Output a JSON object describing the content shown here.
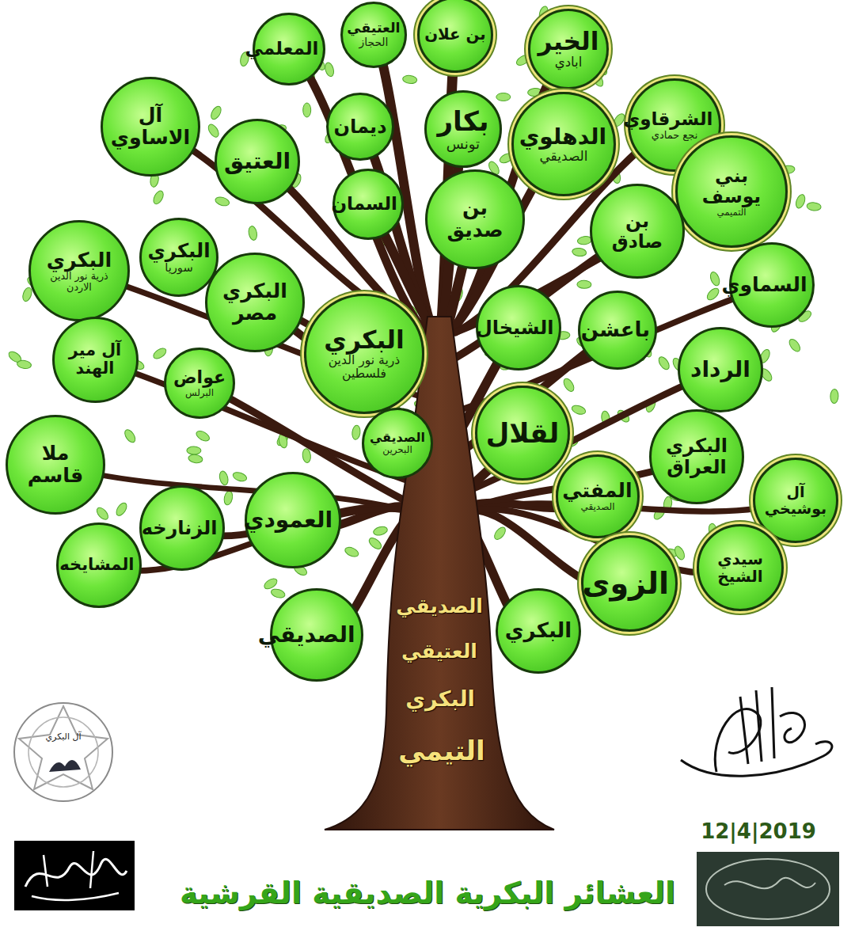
{
  "diagram": {
    "title": "العشائر البكرية الصديقية القرشية",
    "nodes": [
      {
        "text": [
          "المعلمي"
        ]
      },
      {
        "text": [
          "العتيقي",
          "الحجاز"
        ]
      },
      {
        "text": [
          "بن علان"
        ]
      },
      {
        "text": [
          "الخير",
          "ابادي"
        ]
      },
      {
        "text": [
          "آل الاساوي"
        ]
      },
      {
        "text": [
          "ديمان"
        ]
      },
      {
        "text": [
          "بكار",
          "تونس"
        ]
      },
      {
        "text": [
          "الدهلوي",
          "الصديقي"
        ]
      },
      {
        "text": [
          "الشرقاوي",
          "نجع حمادي"
        ]
      },
      {
        "text": [
          "العتيق"
        ]
      },
      {
        "text": [
          "السمان"
        ]
      },
      {
        "text": [
          "بن صديق"
        ]
      },
      {
        "text": [
          "بني يوسف",
          "التميمي"
        ]
      },
      {
        "text": [
          "بن صادق"
        ]
      },
      {
        "text": [
          "البكري",
          "ذرية نور الدين الاردن"
        ]
      },
      {
        "text": [
          "البكري",
          "سوريا"
        ]
      },
      {
        "text": [
          "البكري مصر"
        ]
      },
      {
        "text": [
          "البكري",
          "ذرية نور الدين فلسطين"
        ]
      },
      {
        "text": [
          "الشيخال"
        ]
      },
      {
        "text": [
          "باعشن"
        ]
      },
      {
        "text": [
          "السماوي"
        ]
      },
      {
        "text": [
          "آل مير الهند"
        ]
      },
      {
        "text": [
          "عواض",
          "البرلس"
        ]
      },
      {
        "text": [
          "الرداد"
        ]
      },
      {
        "text": [
          "الصديقي",
          "البحرين"
        ]
      },
      {
        "text": [
          "لقلال"
        ]
      },
      {
        "text": [
          "البكري العراق"
        ]
      },
      {
        "text": [
          "ملا قاسم"
        ]
      },
      {
        "text": [
          "المفتي",
          "الصديقي"
        ]
      },
      {
        "text": [
          "آل بوشيخي"
        ]
      },
      {
        "text": [
          "الزنارخه"
        ]
      },
      {
        "text": [
          "العمودي"
        ]
      },
      {
        "text": [
          "المشايخه"
        ]
      },
      {
        "text": [
          "الزوى"
        ]
      },
      {
        "text": [
          "سيدي الشيخ"
        ]
      },
      {
        "text": [
          "الصديقي"
        ]
      },
      {
        "text": [
          "البكري"
        ]
      }
    ],
    "labels": [
      "الصديقي",
      "العتيقي",
      "البكري",
      "التيمي",
      "12|4|2019",
      "آل البكري"
    ]
  }
}
